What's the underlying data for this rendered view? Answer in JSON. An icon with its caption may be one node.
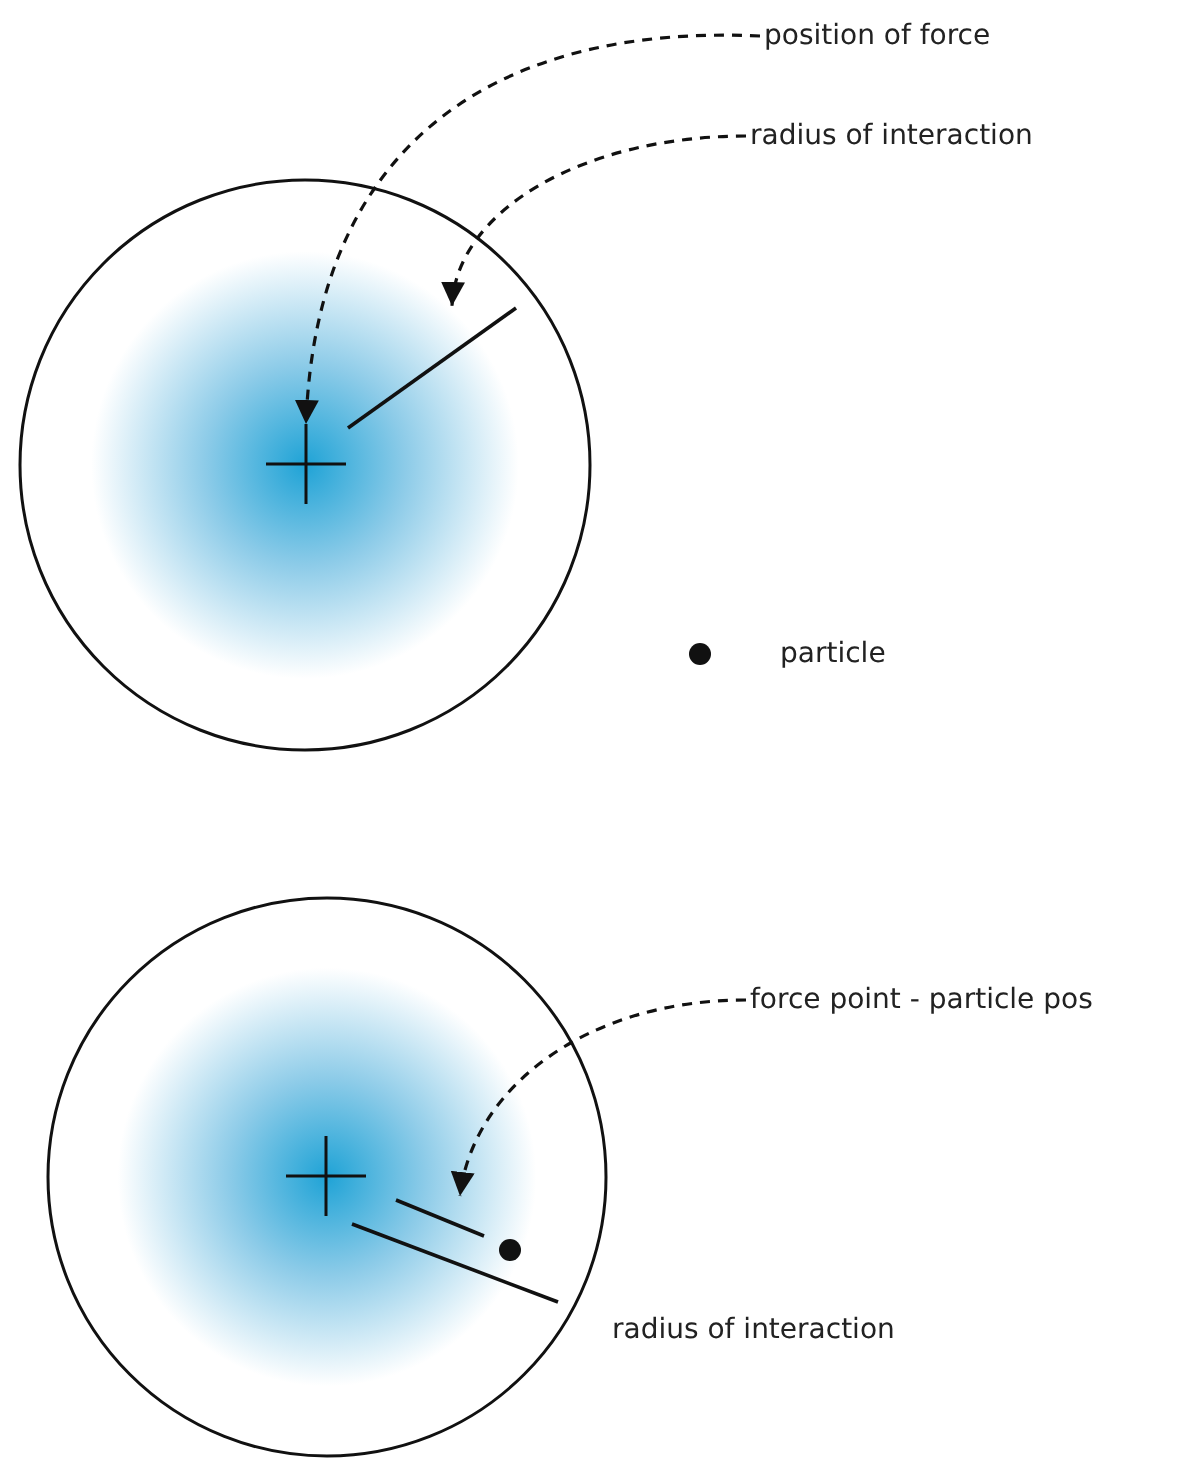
{
  "diagram": {
    "nodes": [
      {
        "text": [
          "position of force"
        ]
      },
      {
        "text": [
          "radius of interaction"
        ]
      },
      {
        "text": [],
        "shape": "circle"
      },
      {
        "text": [],
        "shape": "cross",
        "in": 2
      },
      {
        "text": [],
        "shape": "line",
        "in": 2
      },
      {
        "text": [
          "force point - particle pos"
        ]
      },
      {
        "text": [],
        "shape": "circle"
      },
      {
        "text": [],
        "shape": "cross",
        "in": 6
      },
      {
        "text": [],
        "shape": "line",
        "in": 6
      }
    ],
    "edges": [
      {
        "from": 0,
        "to": 3,
        "arrow": "to",
        "style": "dashed"
      },
      {
        "from": 1,
        "to": 4,
        "arrow": "to",
        "style": "dashed"
      },
      {
        "from": 5,
        "to": 8,
        "arrow": "to",
        "style": "dashed"
      }
    ],
    "labels": [
      "particle",
      "radius of interaction"
    ]
  }
}
